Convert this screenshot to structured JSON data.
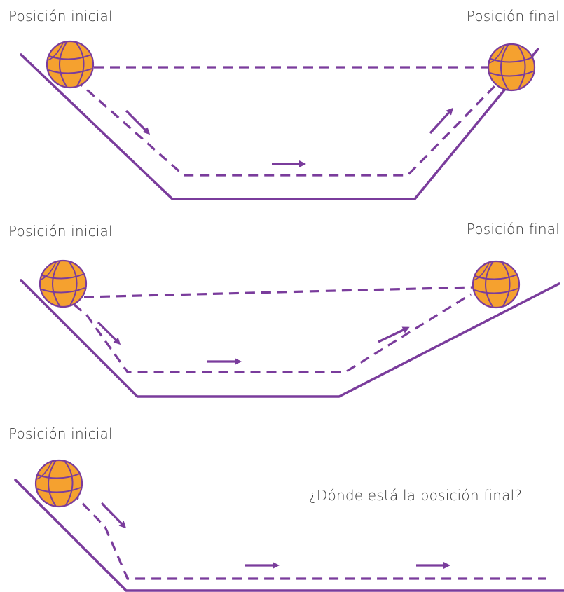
{
  "colors": {
    "track": "#7a3c9c",
    "path": "#7a3c9c",
    "ball_fill": "#f5a12f",
    "ball_seam": "#7a3c9c",
    "text": "#3a3a3a",
    "background": "#ffffff"
  },
  "icons": {
    "ball": "basketball-icon",
    "arrow": "direction-arrow-icon"
  },
  "panels": [
    {
      "initial_label": "Posición inicial",
      "final_label": "Posición final"
    },
    {
      "initial_label": "Posición inicial",
      "final_label": "Posición final"
    },
    {
      "initial_label": "Posición inicial",
      "question": "¿Dónde está la posición final?"
    }
  ]
}
